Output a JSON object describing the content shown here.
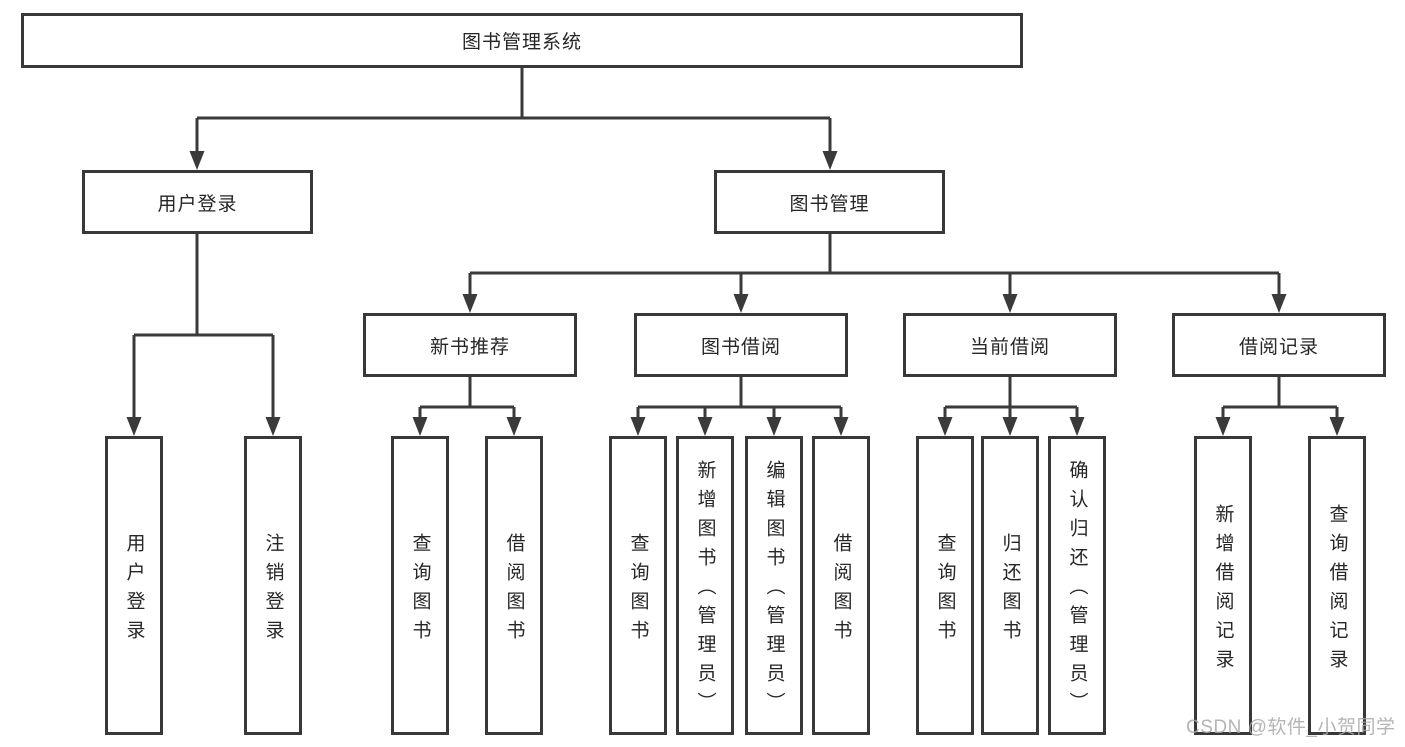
{
  "watermark": {
    "text": "CSDN @软件_小贺同学"
  },
  "colors": {
    "line": "#3a3a3a",
    "box_border": "#383838",
    "text": "#262626",
    "background": "#ffffff",
    "watermark": "#a9a9a9"
  },
  "tree": {
    "root": {
      "label": "图书管理系统",
      "children": [
        {
          "label": "用户登录",
          "children": [
            {
              "label": "用户登录"
            },
            {
              "label": "注销登录"
            }
          ]
        },
        {
          "label": "图书管理",
          "children": [
            {
              "label": "新书推荐",
              "children": [
                {
                  "label": "查询图书"
                },
                {
                  "label": "借阅图书"
                }
              ]
            },
            {
              "label": "图书借阅",
              "children": [
                {
                  "label": "查询图书"
                },
                {
                  "label": "新增图书（管理员）"
                },
                {
                  "label": "编辑图书（管理员）"
                },
                {
                  "label": "借阅图书"
                }
              ]
            },
            {
              "label": "当前借阅",
              "children": [
                {
                  "label": "查询图书"
                },
                {
                  "label": "归还图书"
                },
                {
                  "label": "确认归还（管理员）"
                }
              ]
            },
            {
              "label": "借阅记录",
              "children": [
                {
                  "label": "新增借阅记录"
                },
                {
                  "label": "查询借阅记录"
                }
              ]
            }
          ]
        }
      ]
    }
  }
}
